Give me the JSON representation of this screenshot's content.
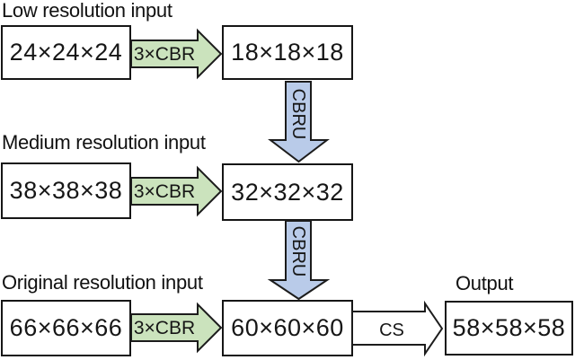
{
  "diagram": {
    "rows": [
      {
        "title": "Low resolution input",
        "input_dims": "24×24×24",
        "cbr_label": "3×CBR",
        "feature_dims": "18×18×18"
      },
      {
        "title": "Medium resolution input",
        "input_dims": "38×38×38",
        "cbr_label": "3×CBR",
        "feature_dims": "32×32×32"
      },
      {
        "title": "Original resolution input",
        "input_dims": "66×66×66",
        "cbr_label": "3×CBR",
        "feature_dims": "60×60×60"
      }
    ],
    "down_arrows": [
      {
        "label": "CBRU"
      },
      {
        "label": "CBRU"
      }
    ],
    "output": {
      "title": "Output",
      "arrow_label": "CS",
      "dims": "58×58×58"
    },
    "colors": {
      "cbr_arrow_fill": "#cbe3bd",
      "cbru_arrow_fill": "#b9cbe9",
      "cs_arrow_fill": "#ffffff",
      "outline": "#1c1c1c"
    }
  }
}
